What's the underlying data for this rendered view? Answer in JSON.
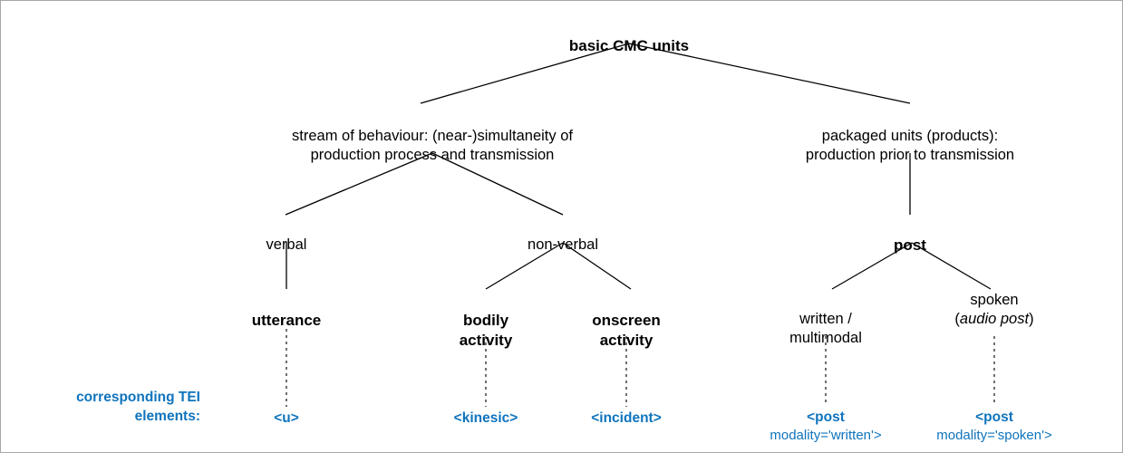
{
  "diagram": {
    "title": "basic CMC units",
    "root": {
      "label": "basic CMC units"
    },
    "level1": {
      "left": "stream of behaviour: (near-)simultaneity of\nproduction process and transmission",
      "right": "packaged units (products):\nproduction prior to transmission"
    },
    "level2": {
      "verbal": "verbal",
      "non_verbal": "non-verbal",
      "post": "post"
    },
    "level3": {
      "utterance": "utterance",
      "bodily_activity": "bodily\nactivity",
      "onscreen_activity": "onscreen\nactivity",
      "written_multimodal": "written /\nmultimodal",
      "spoken_line1": "spoken",
      "spoken_paren_open": "(",
      "spoken_italic": "audio post",
      "spoken_paren_close": ")"
    },
    "tei": {
      "caption_line1": "corresponding TEI",
      "caption_line2": "elements:",
      "u": "<u>",
      "kinesic": "<kinesic>",
      "incident": "<incident>",
      "post_written_line1": "<post",
      "post_written_line2": "modality='written'>",
      "post_spoken_line1": "<post",
      "post_spoken_line2": "modality='spoken'>"
    },
    "colors": {
      "tei_blue": "#0f74bd",
      "line": "#000000",
      "border": "#a6a6a6",
      "background": "#ffffff"
    }
  }
}
